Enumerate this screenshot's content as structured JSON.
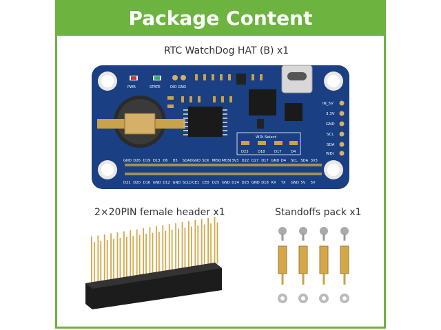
{
  "header": {
    "title": "Package Content"
  },
  "items": {
    "hat_caption": "RTC WatchDog HAT (B) x1",
    "header_caption": "2×20PIN female header x1",
    "standoffs_caption": "Standoffs pack x1"
  },
  "board": {
    "led_labels": [
      "PWR",
      "STATE"
    ],
    "dio_gnd_label": "DIO GND",
    "side_pins": [
      "IN_5V",
      "3.3V",
      "GND",
      "SCL",
      "SDA",
      "WDI"
    ],
    "wdi_select_title": "WDi Select",
    "wdi_options": [
      "D23",
      "D18",
      "D17",
      "D4"
    ],
    "top_row_pins": [
      "GND",
      "D26",
      "D19",
      "D13",
      "D6",
      "D5",
      "SDA0",
      "GND",
      "SCK",
      "MISO",
      "MOSI",
      "3V3",
      "D22",
      "D27",
      "D17",
      "GND",
      "D4",
      "SCL",
      "SDA",
      "3V3"
    ],
    "bottom_row_pins": [
      "D21",
      "D20",
      "D16",
      "GND",
      "D12",
      "GND",
      "SCL0",
      "CE1",
      "CE0",
      "D25",
      "GND",
      "D24",
      "D23",
      "GND",
      "D18",
      "RX",
      "TX",
      "GND",
      "5V",
      "5V"
    ]
  },
  "colors": {
    "accent_green": "#6db33f",
    "pcb_blue": "#1a3f82",
    "gold": "#c9a24a"
  }
}
